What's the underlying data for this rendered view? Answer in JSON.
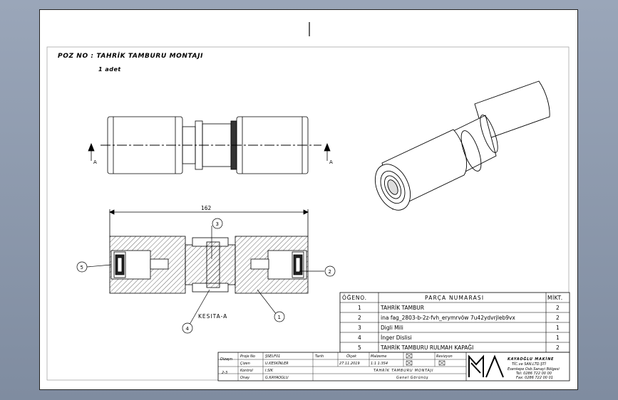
{
  "title": {
    "part": "POZ NO : TAHRİK TAMBURU MONTAJI",
    "qty": "1 adet"
  },
  "views": {
    "section_mark_left": "A",
    "section_mark_right": "A",
    "dimension_overall": "162",
    "section_label": "KESITA-A",
    "balloons": [
      "1",
      "2",
      "3",
      "4",
      "5"
    ]
  },
  "bom": {
    "headers": [
      "ÖĞENO.",
      "PARÇA NUMARASI",
      "MİKT."
    ],
    "rows": [
      {
        "no": "1",
        "name": "TAHRİK TAMBUR",
        "qty": "2"
      },
      {
        "no": "2",
        "name": "ina fag_2803-b-2z-fvh_erymrvöw 7u42ydvrjleb9vx",
        "qty": "2"
      },
      {
        "no": "3",
        "name": "Digli Mili",
        "qty": "1"
      },
      {
        "no": "4",
        "name": "İnger Dislisi",
        "qty": "1"
      },
      {
        "no": "5",
        "name": "TAHRİK TAMBURU RULMAH KAPAĞI",
        "qty": "2"
      }
    ]
  },
  "titleblock": {
    "left_col": [
      "Dizayn",
      "",
      "2-3",
      ""
    ],
    "labels": [
      "Proje No",
      "Çizen",
      "Kontrol",
      "Onay"
    ],
    "values": [
      "ŞSELF01",
      "U.KESKİNLER",
      "I.SIK",
      "G.KAYAOGLU"
    ],
    "date_label": "Tarih",
    "date_value": "27.11.2019",
    "scale_label": "Ölçek",
    "material_label": "Malzeme",
    "sheet_value": "1:1 1:3S4",
    "revision_label": "Revizyon",
    "part_title": "TAHRİK TAMBURU MONTAJI",
    "part_subtitle": "Genel Görünüş",
    "company": "KAYAOĞLU MAKİNE",
    "company_sub": "TİC.ve SAN.LTD.ŞTİ",
    "company_address": "Esentepe Osb.Sanayi Bölgesi",
    "company_tel": "Tel: 0286 722 00 00",
    "company_fax": "Fax: 0286 722 00 01"
  }
}
